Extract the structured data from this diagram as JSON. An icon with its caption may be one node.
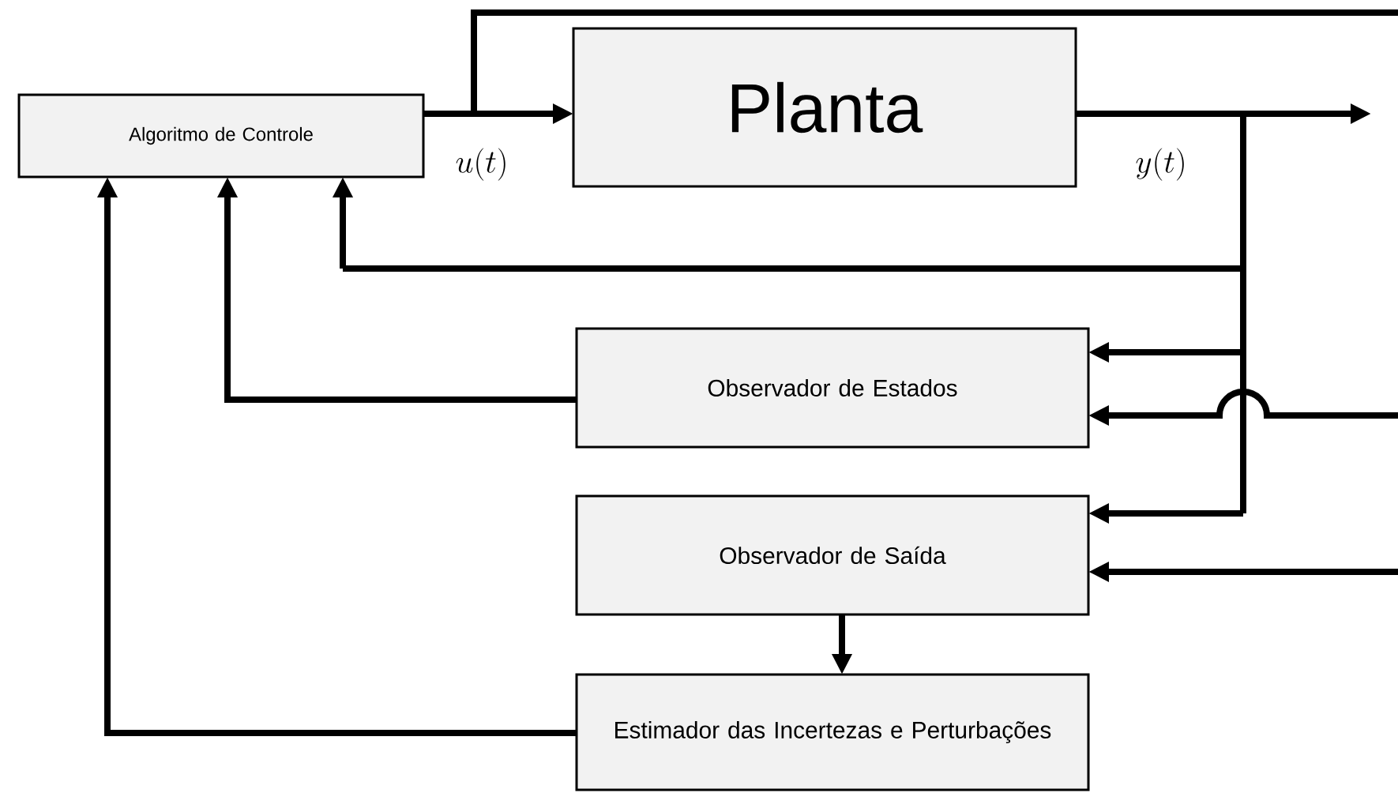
{
  "diagram": {
    "nodes": [
      {
        "text": [
          "Algoritmo de Controle"
        ]
      },
      {
        "text": [
          "Planta"
        ]
      },
      {
        "text": [
          "Observador de Estados"
        ]
      },
      {
        "text": [
          "Observador de Saída"
        ]
      },
      {
        "text": [
          "Estimador das Incertezas e Perturbações"
        ]
      }
    ],
    "edges": [
      {
        "from": 0,
        "to": 1,
        "arrow": "to",
        "label": "u(t)"
      },
      {
        "from": 0,
        "to": null,
        "arrow": "none"
      },
      {
        "from": 1,
        "to": null,
        "arrow": "to",
        "label": "y(t)"
      },
      {
        "from": 1,
        "to": 0,
        "arrow": "to"
      },
      {
        "from": 1,
        "to": 2,
        "arrow": "to"
      },
      {
        "from": 1,
        "to": 3,
        "arrow": "to"
      },
      {
        "from": null,
        "to": 2,
        "arrow": "to"
      },
      {
        "from": null,
        "to": 3,
        "arrow": "to"
      },
      {
        "from": 2,
        "to": 0,
        "arrow": "to"
      },
      {
        "from": 3,
        "to": 4,
        "arrow": "to"
      },
      {
        "from": 4,
        "to": 0,
        "arrow": "to"
      }
    ]
  }
}
